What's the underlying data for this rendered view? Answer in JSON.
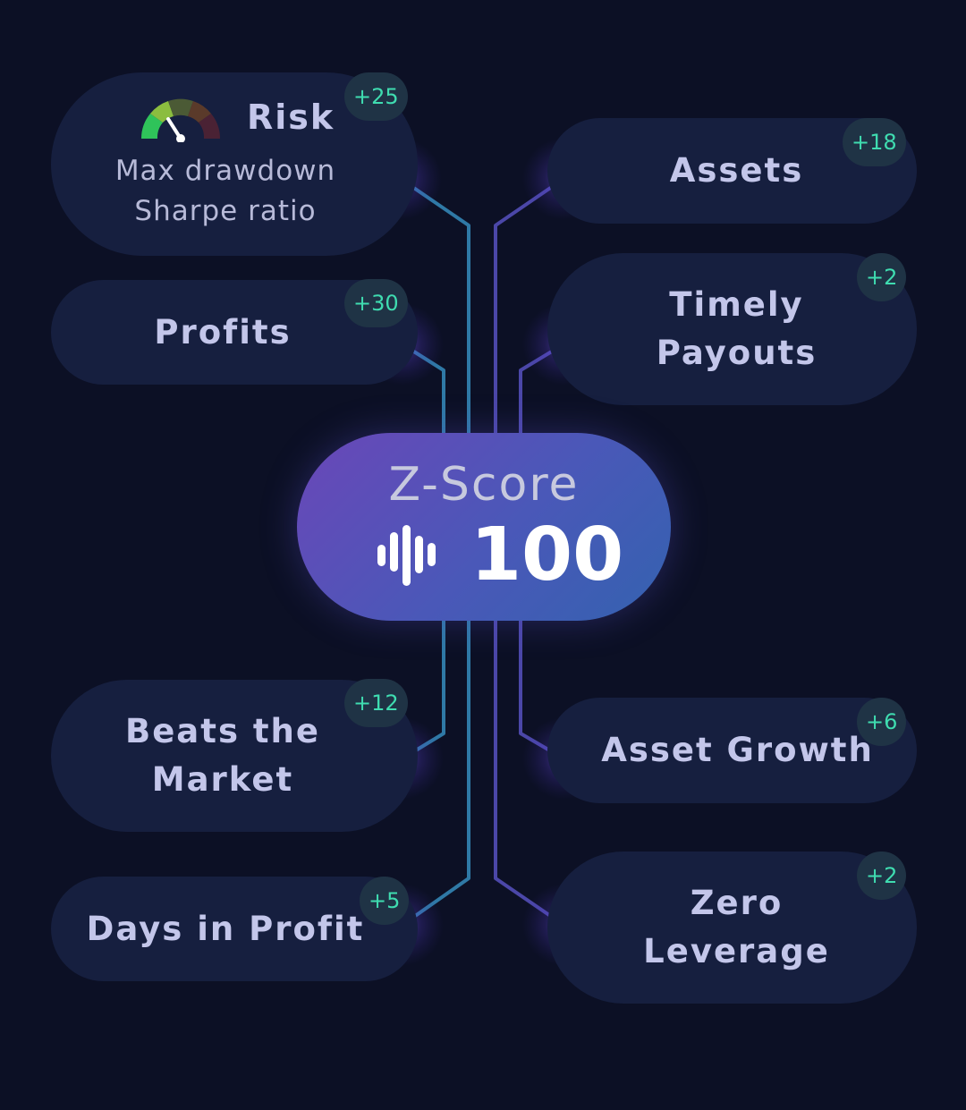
{
  "center": {
    "title": "Z-Score",
    "score": "100",
    "icon": "waveform-icon"
  },
  "risk": {
    "title": "Risk",
    "sub1": "Max drawdown",
    "sub2": "Sharpe ratio",
    "badge": "+25",
    "icon": "gauge-icon"
  },
  "factors": {
    "profits": {
      "label": "Profits",
      "badge": "+30"
    },
    "beats_market": {
      "label": "Beats the\nMarket",
      "badge": "+12"
    },
    "days_in_profit": {
      "label": "Days in Profit",
      "badge": "+5"
    },
    "assets": {
      "label": "Assets",
      "badge": "+18"
    },
    "timely_payouts": {
      "label": "Timely\nPayouts",
      "badge": "+2"
    },
    "asset_growth": {
      "label": "Asset Growth",
      "badge": "+6"
    },
    "zero_leverage": {
      "label": "Zero\nLeverage",
      "badge": "+2"
    }
  },
  "colors": {
    "background": "#0c1025",
    "pill": "#161f3f",
    "badge_text": "#3fdcb0",
    "node_glow": "#2fd6f0",
    "wire_left": "#2f79a6",
    "wire_right": "#4b47a8"
  }
}
